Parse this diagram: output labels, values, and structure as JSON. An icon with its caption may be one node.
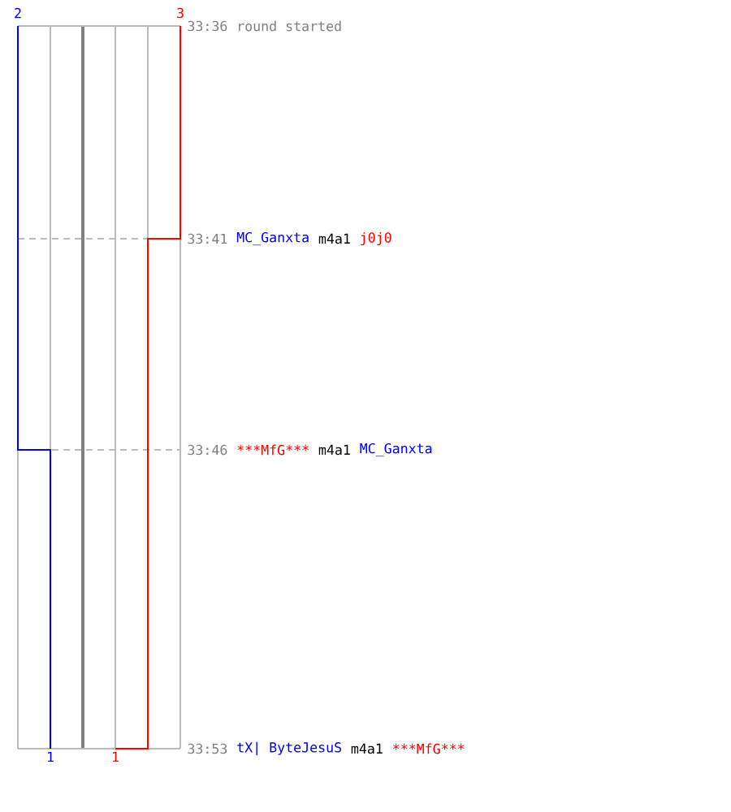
{
  "diagram": {
    "labels": [
      "2",
      "3",
      "33:36",
      "round started",
      "33:41",
      "MC_Ganxta",
      "m4a1",
      "j0j0",
      "33:46",
      "***MfG***",
      "m4a1",
      "MC_Ganxta",
      "33:53",
      "tX| ByteJesuS",
      "m4a1",
      "***MfG***",
      "1",
      "1"
    ]
  }
}
